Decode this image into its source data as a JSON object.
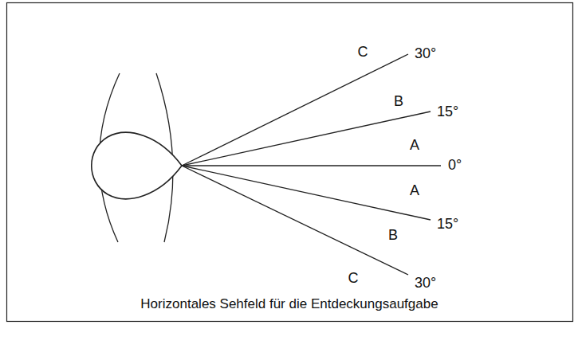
{
  "diagram": {
    "caption": "Horizontales Sehfeld für die Entdeckungsaufgabe",
    "labels": [
      "C",
      "30°",
      "B",
      "15°",
      "A",
      "0°",
      "A",
      "15°",
      "B",
      "C",
      "30°"
    ]
  }
}
